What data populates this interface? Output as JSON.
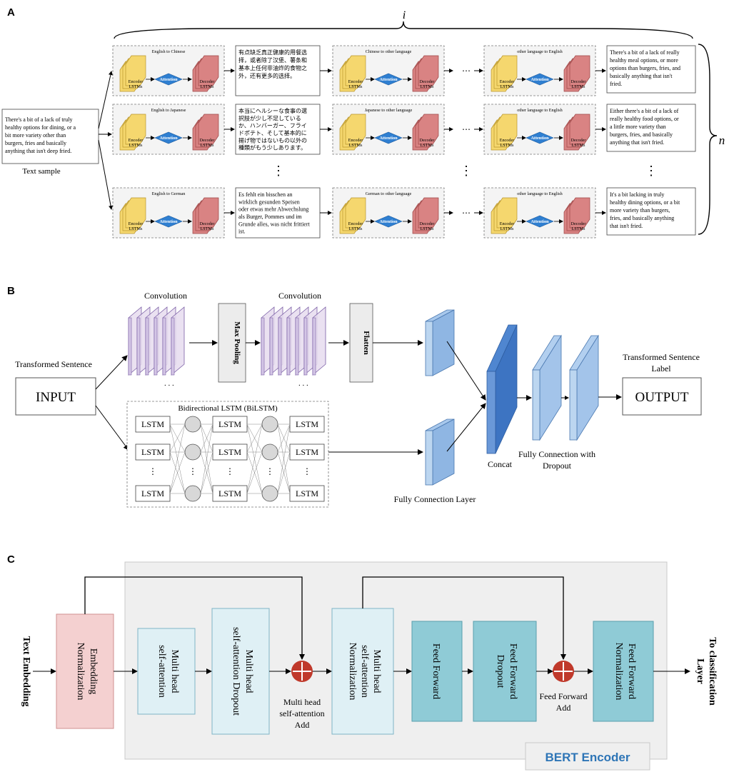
{
  "panels": {
    "a": {
      "letter": "A",
      "brace_top_label": "i",
      "brace_right_label": "n",
      "input_text": [
        "There's a bit of a lack of truly",
        "healthy options for dining, or a",
        "bit more variety other than",
        "burgers, fries and basically",
        "anything that isn't deep fried."
      ],
      "input_caption": "Text sample",
      "encoder_label": [
        "Encoder",
        "LSTMs"
      ],
      "decoder_label": [
        "Decoder",
        "LSTMs"
      ],
      "attention_label": "Attention",
      "rows": [
        {
          "first_title": "English to Chinese",
          "translation": [
            "有点缺乏真正健康的用餐选",
            "择，或者除了汉堡、薯条和",
            "基本上任何非油炸的食物之",
            "外，还有更多的选择。"
          ],
          "second_title": "Chinese to other language",
          "third_title": "other language to English",
          "output": [
            "There's a bit of a lack of really",
            "healthy meal options, or more",
            "options than burgers, fries, and",
            "basically anything that isn't",
            "fried."
          ]
        },
        {
          "first_title": "English to Japanese",
          "translation": [
            "本当にヘルシーな食事の選",
            "択肢が少し不足している",
            "か、ハンバーガー、フライ",
            "ドポテト、そして基本的に",
            "揚げ物ではないもの以外の",
            "種類がもう少しあります。"
          ],
          "second_title": "Japanese to other language",
          "third_title": "other language to English",
          "output": [
            "Either there's a bit of a lack of",
            "really healthy food options, or",
            "a little more variety than",
            "burgers, fries, and basically",
            "anything that isn't fried."
          ]
        },
        {
          "first_title": "English to German",
          "translation": [
            "Es fehlt ein bisschen an",
            "wirklich gesunden Speisen",
            "oder etwas mehr Abwechslung",
            "als Burger, Pommes und im",
            "Grunde alles, was nicht frittiert",
            "ist."
          ],
          "second_title": "German to other language",
          "third_title": "other language to English",
          "output": [
            "It's a bit lacking in truly",
            "healthy dining options, or a bit",
            "more variety than burgers,",
            "fries, and basically anything",
            "that isn't fried."
          ]
        }
      ],
      "ellipsis": "⋯",
      "vellipsis": "⋮"
    },
    "b": {
      "letter": "B",
      "conv1": "Convolution",
      "conv2": "Convolution",
      "maxpool": "Max Pooling",
      "flatten": "Flatten",
      "input_caption": "Transformed Sentence",
      "input": "INPUT",
      "bilstm_title": "Bidirectional LSTM (BiLSTM)",
      "lstm": "LSTM",
      "fc_layer": "Fully Connection Layer",
      "concat": "Concat",
      "fc_dropout": [
        "Fully Connection with",
        "Dropout"
      ],
      "output_caption": [
        "Transformed Sentence",
        "Label"
      ],
      "output": "OUTPUT"
    },
    "c": {
      "letter": "C",
      "text_embedding": "Text Embedding",
      "embedding_norm": [
        "Embedding",
        "Normalization"
      ],
      "mh_attn": [
        "Multi head",
        "self-attention"
      ],
      "mh_attn_dropout": [
        "Multi head",
        "self-attention Dropout"
      ],
      "mh_add": [
        "Multi head",
        "self-attention",
        "Add"
      ],
      "mh_norm": [
        "Multi head",
        "self-attention",
        "Normalization"
      ],
      "ff": "Feed Forward",
      "ff_dropout": [
        "Feed Forward",
        "Dropout"
      ],
      "ff_add": [
        "Feed Forward",
        "Add"
      ],
      "ff_norm": [
        "Feed Forward",
        "Normalization"
      ],
      "to_class": [
        "To classification",
        "Layer"
      ],
      "bert_title": "BERT Encoder"
    }
  },
  "colors": {
    "pink": "#f4d0d0",
    "light_blue": "#dff0f5",
    "teal": "#8fcbd6",
    "purple": "#e6dcef",
    "blue_fc": "#bcd6f0",
    "concat": "#6a98d8",
    "red_circle": "#c0392b",
    "attention": "#2f7fd1",
    "encoder": "#f5d76e",
    "decoder": "#d98383"
  }
}
